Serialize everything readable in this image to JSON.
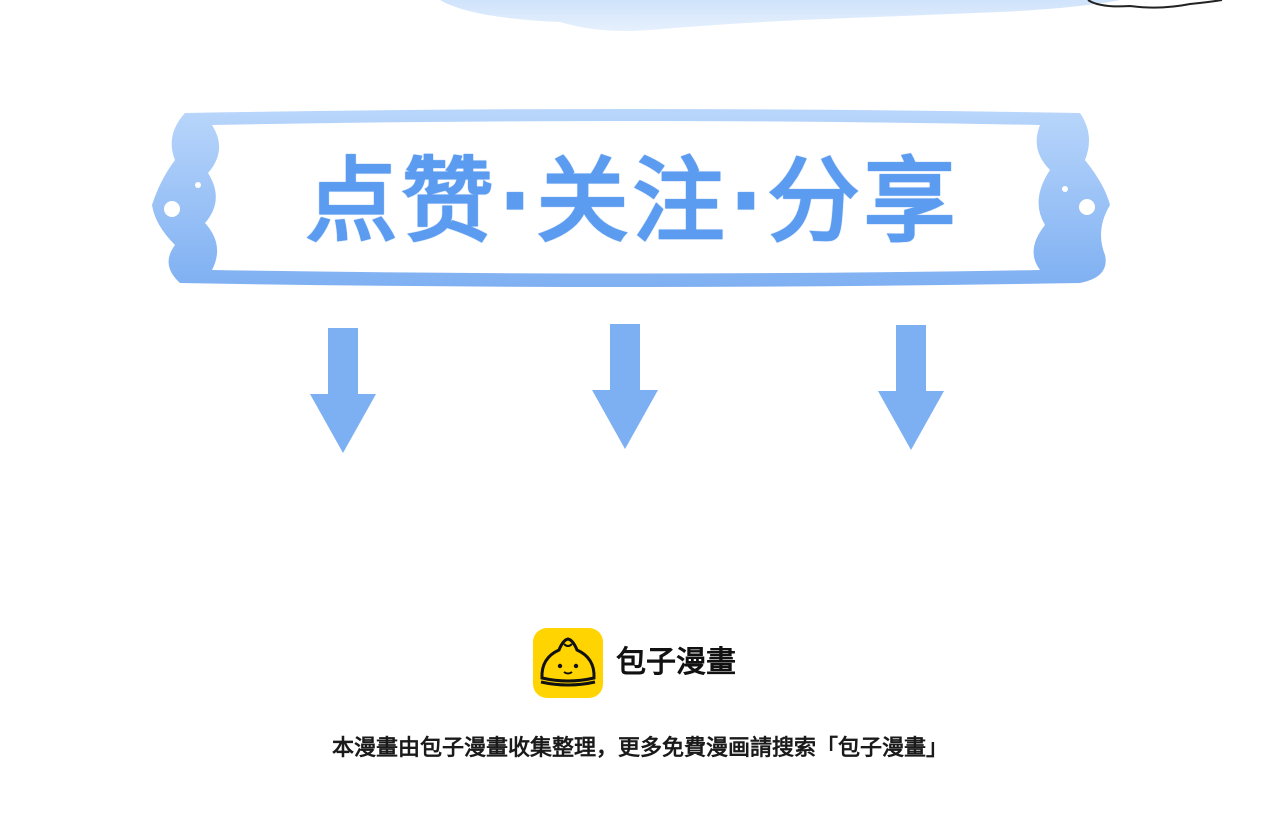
{
  "banner": {
    "text": "点赞·关注·分享"
  },
  "icons": {
    "arrows": "down-arrow-icon",
    "logo": "bun-logo-icon"
  },
  "brand": {
    "name": "包子漫畫"
  },
  "notice": {
    "text": "本漫畫由包子漫畫收集整理，更多免費漫画請搜索「包子漫畫」"
  },
  "colors": {
    "accent_blue": "#5b9cf0",
    "arrow_blue": "#7db0f3",
    "banner_border": "#8ab8f5",
    "logo_yellow": "#ffd400",
    "text_dark": "#111111"
  }
}
